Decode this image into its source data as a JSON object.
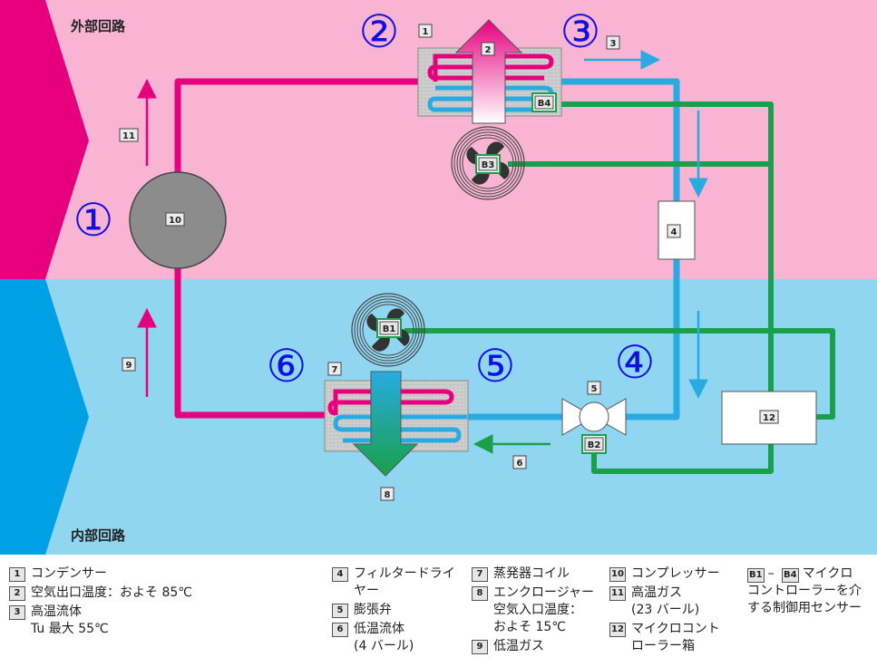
{
  "zones": {
    "outer_label": "外部回路",
    "inner_label": "内部回路"
  },
  "circled_numbers": [
    "①",
    "②",
    "③",
    "④",
    "⑤",
    "⑥"
  ],
  "components": {
    "condenser": "1",
    "air_out": "2",
    "hot_fluid": "3",
    "filter_dryer": "4",
    "expansion_valve": "5",
    "cold_fluid": "6",
    "evaporator": "7",
    "enclosure_air": "8",
    "low_temp_gas": "9",
    "compressor": "10",
    "hot_gas": "11",
    "microcontroller_box": "12"
  },
  "sensors": [
    "B1",
    "B2",
    "B3",
    "B4"
  ],
  "colors": {
    "outer_bg": "#f8b4d2",
    "inner_bg": "#90d6f0",
    "hot_pipe": "#e6007e",
    "cold_pipe": "#29abe2",
    "sensor_wire": "#1aa04b",
    "circled_number": "#1010e0"
  },
  "legend": [
    [
      {
        "num": "1",
        "text": "コンデンサー"
      },
      {
        "num": "2",
        "text": "空気出口温度：およそ 85℃"
      },
      {
        "num": "3",
        "text": "高温流体\nTu 最大 55℃"
      }
    ],
    [
      {
        "num": "4",
        "text": "フィルタードライ\nヤー"
      },
      {
        "num": "5",
        "text": "膨張弁"
      },
      {
        "num": "6",
        "text": "低温流体\n(4 バール)"
      }
    ],
    [
      {
        "num": "7",
        "text": "蒸発器コイル"
      },
      {
        "num": "8",
        "text": "エンクロージャー\n空気入口温度：\nおよそ 15℃"
      },
      {
        "num": "9",
        "text": "低温ガス"
      }
    ],
    [
      {
        "num": "10",
        "text": "コンプレッサー"
      },
      {
        "num": "11",
        "text": "高温ガス\n(23 バール)"
      },
      {
        "num": "12",
        "text": "マイクロコント\nローラー箱"
      }
    ]
  ],
  "legend_sensor": {
    "from": "B1",
    "dash": "–",
    "to": "B4",
    "text_first": "マイクロ",
    "text_rest": "コントローラーを介\nする制御用センサー"
  }
}
